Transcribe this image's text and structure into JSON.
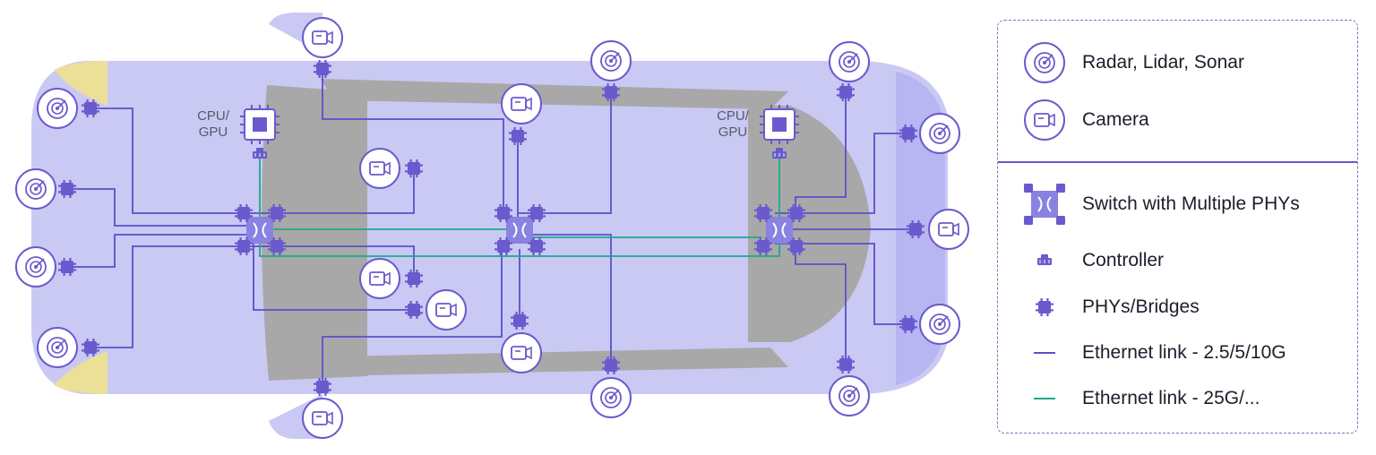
{
  "diagram": {
    "cpu_gpu_labels": [
      {
        "line1": "CPU/",
        "line2": "GPU"
      },
      {
        "line1": "CPU/",
        "line2": "GPU"
      }
    ],
    "colors": {
      "car_body": "#c9c9f4",
      "window": "#a8a8a8",
      "headlight": "#ecdf98",
      "ethernet_standard": "#5b4fc9",
      "ethernet_fast": "#1fa88a",
      "device": "#6a5acd",
      "switch": "#8a82e0"
    }
  },
  "legend": {
    "items": [
      {
        "symbol": "radar-icon",
        "label": "Radar, Lidar, Sonar"
      },
      {
        "symbol": "camera-icon",
        "label": "Camera"
      },
      {
        "symbol": "switch-icon",
        "label": "Switch with Multiple PHYs"
      },
      {
        "symbol": "controller-icon",
        "label": "Controller"
      },
      {
        "symbol": "phy-bridge-icon",
        "label": "PHYs/Bridges"
      },
      {
        "symbol": "ethernet-standard-line",
        "label": "Ethernet link - 2.5/5/10G"
      },
      {
        "symbol": "ethernet-fast-line",
        "label": "Ethernet link - 25G/..."
      }
    ]
  }
}
